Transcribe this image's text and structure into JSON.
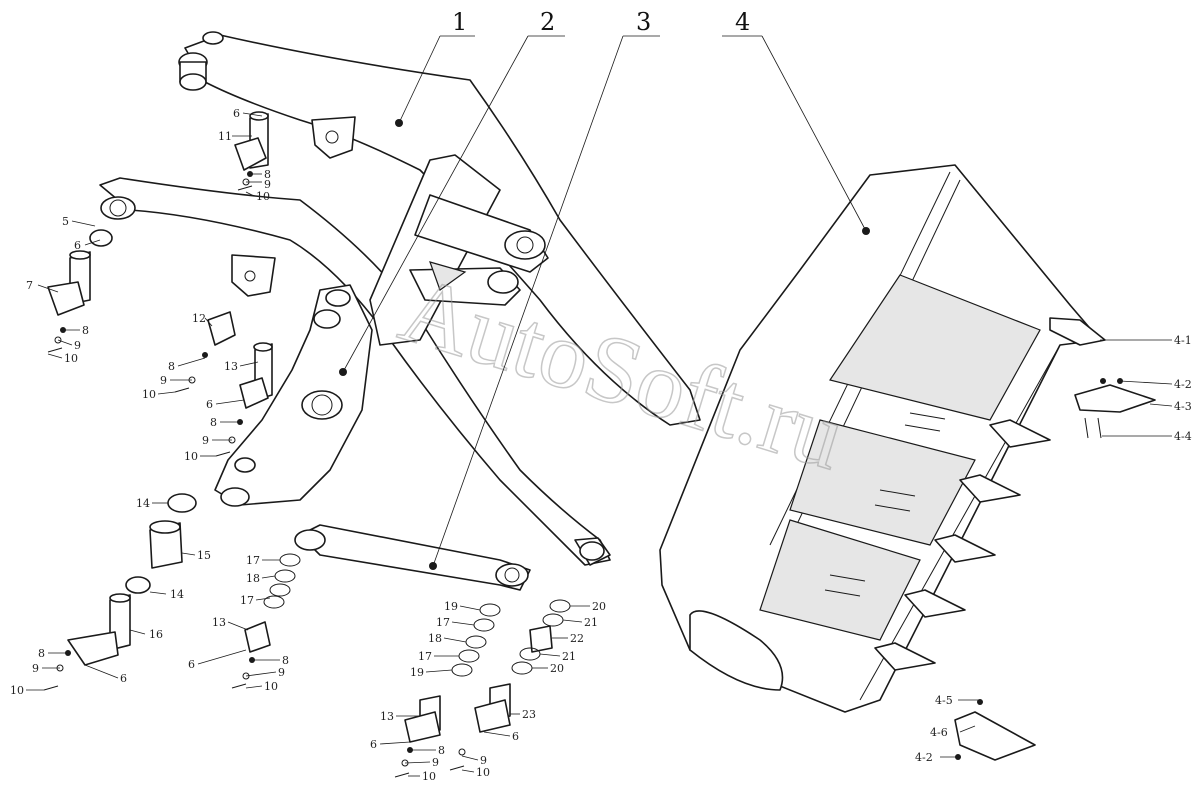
{
  "watermark": "AutoSoft.ru",
  "main_labels": [
    "1",
    "2",
    "3",
    "4"
  ],
  "part_labels": {
    "6a": "6",
    "11": "11",
    "8a": "8",
    "9a": "9",
    "10a": "10",
    "5": "5",
    "6b": "6",
    "7": "7",
    "8b": "8",
    "9b": "9",
    "10b": "10",
    "12": "12",
    "8c": "8",
    "9c": "9",
    "10c": "10",
    "13a": "13",
    "6c": "6",
    "8d": "8",
    "9d": "9",
    "10d": "10",
    "14a": "14",
    "15": "15",
    "14b": "14",
    "16": "16",
    "8e": "8",
    "9e": "9",
    "10e": "10",
    "6d": "6",
    "17a": "17",
    "18a": "18",
    "17b": "17",
    "13b": "13",
    "6e": "6",
    "8f": "8",
    "9f": "9",
    "10f": "10",
    "19a": "19",
    "17c": "17",
    "18b": "18",
    "17d": "17",
    "19b": "19",
    "13c": "13",
    "6f": "6",
    "8g": "8",
    "9g": "9",
    "10g": "10",
    "20": "20",
    "21a": "21",
    "22": "22",
    "21b": "21",
    "20b": "20",
    "23": "23",
    "6g": "6",
    "9h": "9",
    "10h": "10",
    "4-1": "4-1",
    "4-2a": "4-2",
    "4-3": "4-3",
    "4-4": "4-4",
    "4-5": "4-5",
    "4-6": "4-6",
    "4-2b": "4-2"
  }
}
